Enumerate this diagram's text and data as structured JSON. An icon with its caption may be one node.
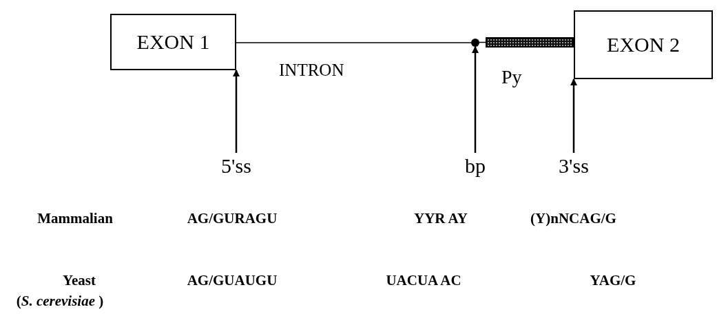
{
  "diagram": {
    "nodes": [
      {
        "text": [
          "EXON 1"
        ]
      },
      {
        "text": [
          "EXON 2"
        ]
      },
      {
        "text": [],
        "shape": "circle"
      },
      {
        "text": [],
        "shape": "bar",
        "beside": [
          "Py"
        ]
      },
      {
        "text": [
          "5'ss"
        ]
      },
      {
        "text": [
          "bp"
        ]
      },
      {
        "text": [
          "3'ss"
        ]
      }
    ],
    "edges": [
      {
        "from": 0,
        "to": 2,
        "arrow": "none",
        "label": "INTRON"
      },
      {
        "from": 2,
        "to": 3,
        "arrow": "none"
      },
      {
        "from": 4,
        "to": 0,
        "arrow": "to"
      },
      {
        "from": 5,
        "to": 2,
        "arrow": "to"
      },
      {
        "from": 6,
        "to": 1,
        "arrow": "to"
      }
    ],
    "labels": [
      "Mammalian",
      "AG/GURAGU",
      "YYR AY",
      "(Y)nNCAG/G",
      "Yeast",
      "AG/GUAUGU",
      "UACUA AC",
      "YAG/G",
      "(*S. cerevisiae* )"
    ]
  }
}
